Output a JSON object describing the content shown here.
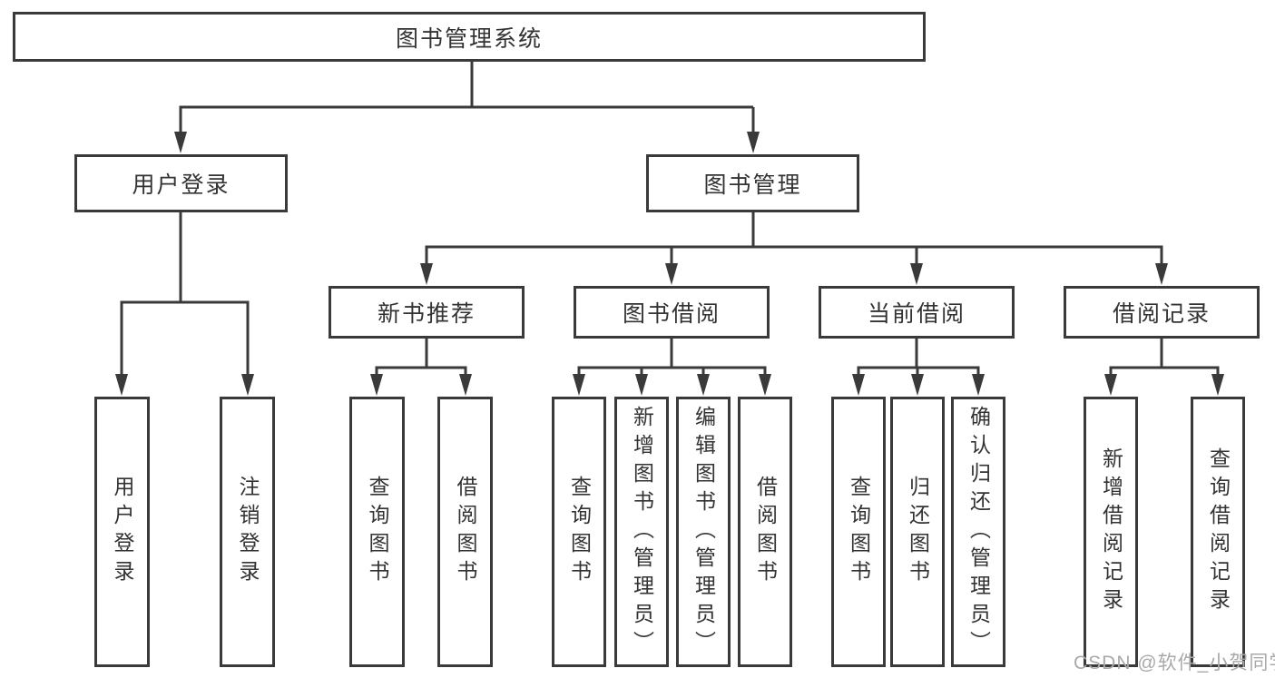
{
  "diagram": {
    "title": "图书管理系统",
    "type": "hierarchy-tree",
    "colors": {
      "background": "#ffffff",
      "line": "#3a3a3a",
      "box_border": "#3a3a3a",
      "box_fill": "#ffffff",
      "text": "#333333",
      "watermark": "#a9a9a9"
    },
    "nodes": {
      "root": "图书管理系统",
      "login": "用户登录",
      "mgmt": "图书管理",
      "rec": "新书推荐",
      "borrow": "图书借阅",
      "current": "当前借阅",
      "records": "借阅记录",
      "login_user": "用户登录",
      "login_logout": "注销登录",
      "rec_query": "查询图书",
      "rec_borrow": "借阅图书",
      "borrow_query": "查询图书",
      "borrow_add": "新增图书（管理员）",
      "borrow_edit": "编辑图书（管理员）",
      "borrow_borrow": "借阅图书",
      "current_query": "查询图书",
      "current_return": "归还图书",
      "current_confirm": "确认归还（管理员）",
      "records_add": "新增借阅记录",
      "records_query": "查询借阅记录"
    },
    "edges": [
      {
        "from": "root",
        "to": "login"
      },
      {
        "from": "root",
        "to": "mgmt"
      },
      {
        "from": "login",
        "to": "login_user"
      },
      {
        "from": "login",
        "to": "login_logout"
      },
      {
        "from": "mgmt",
        "to": "rec"
      },
      {
        "from": "mgmt",
        "to": "borrow"
      },
      {
        "from": "mgmt",
        "to": "current"
      },
      {
        "from": "mgmt",
        "to": "records"
      },
      {
        "from": "rec",
        "to": "rec_query"
      },
      {
        "from": "rec",
        "to": "rec_borrow"
      },
      {
        "from": "borrow",
        "to": "borrow_query"
      },
      {
        "from": "borrow",
        "to": "borrow_add"
      },
      {
        "from": "borrow",
        "to": "borrow_edit"
      },
      {
        "from": "borrow",
        "to": "borrow_borrow"
      },
      {
        "from": "current",
        "to": "current_query"
      },
      {
        "from": "current",
        "to": "current_return"
      },
      {
        "from": "current",
        "to": "current_confirm"
      },
      {
        "from": "records",
        "to": "records_add"
      },
      {
        "from": "records",
        "to": "records_query"
      }
    ],
    "watermark": "CSDN @软件_小贺同学"
  }
}
